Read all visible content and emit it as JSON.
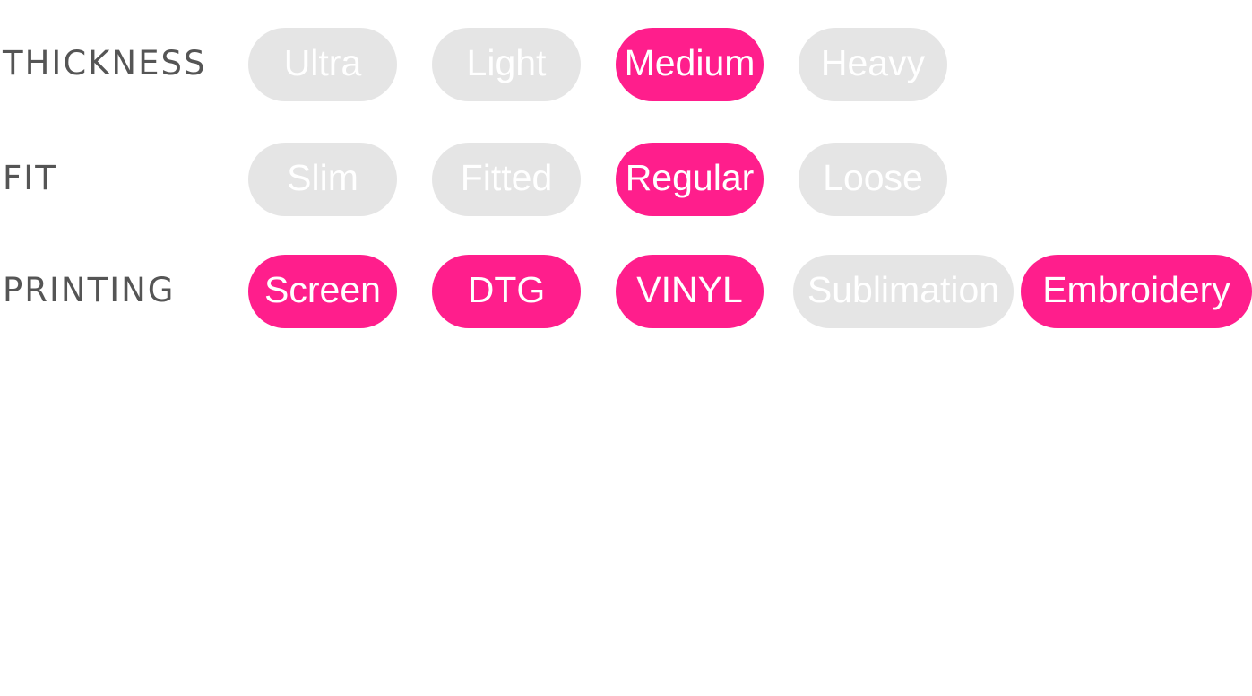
{
  "accent_color": "#ff1e8c",
  "inactive_color": "#e5e5e5",
  "label_color": "#555555",
  "rows": [
    {
      "label": "THICKNESS",
      "options": [
        {
          "label": "Ultra",
          "selected": false
        },
        {
          "label": "Light",
          "selected": false
        },
        {
          "label": "Medium",
          "selected": true
        },
        {
          "label": "Heavy",
          "selected": false
        }
      ]
    },
    {
      "label": "FIT",
      "options": [
        {
          "label": "Slim",
          "selected": false
        },
        {
          "label": "Fitted",
          "selected": false
        },
        {
          "label": "Regular",
          "selected": true
        },
        {
          "label": "Loose",
          "selected": false
        }
      ]
    },
    {
      "label": "PRINTING",
      "options": [
        {
          "label": "Screen",
          "selected": true
        },
        {
          "label": "DTG",
          "selected": true
        },
        {
          "label": "VINYL",
          "selected": true
        },
        {
          "label": "Sublimation",
          "selected": false
        },
        {
          "label": "Embroidery",
          "selected": true
        }
      ]
    }
  ]
}
